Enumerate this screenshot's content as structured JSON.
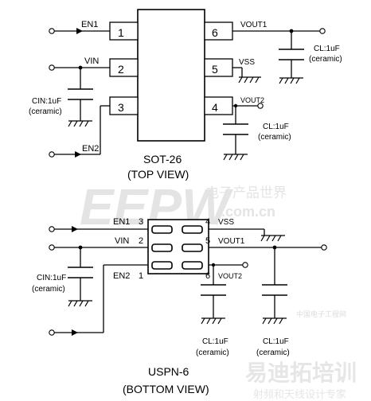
{
  "top_package": {
    "caption_line1": "SOT-26",
    "caption_line2": "(TOP VIEW)",
    "pins": [
      "1",
      "2",
      "3",
      "6",
      "5",
      "4"
    ],
    "labels": {
      "en1": "EN1",
      "vin": "VIN",
      "en2": "EN2",
      "vout1": "VOUT1",
      "vss": "VSS",
      "vout2": "VOUT2"
    },
    "cin_name": "CIN:1uF",
    "cin_type": "(ceramic)",
    "cl1_name": "CL:1uF",
    "cl1_type": "(ceramic)",
    "cl2_name": "CL:1uF",
    "cl2_type": "(ceramic)"
  },
  "bottom_package": {
    "caption_line1": "USPN-6",
    "caption_line2": "(BOTTOM VIEW)",
    "left_labels": [
      "EN1",
      "VIN",
      "EN2"
    ],
    "left_pins": [
      "3",
      "2",
      "1"
    ],
    "right_pins": [
      "4",
      "5",
      "6"
    ],
    "right_labels": [
      "VSS",
      "VOUT1",
      "VOUT2"
    ],
    "cin_name": "CIN:1uF",
    "cin_type": "(ceramic)",
    "cl1_name": "CL:1uF",
    "cl1_type": "(ceramic)",
    "cl2_name": "CL:1uF",
    "cl2_type": "(ceramic)"
  },
  "watermarks": {
    "brand": "EEPW",
    "brand_cn": "电子产品世界",
    "brand_url": ".com.cn",
    "bottom_cn": "易迪拓培训",
    "bottom_sub": "射频和天线设计专家",
    "corner": "中国电子工程网"
  },
  "colors": {
    "ink": "#000000",
    "watermark": "#e4e4e4"
  }
}
